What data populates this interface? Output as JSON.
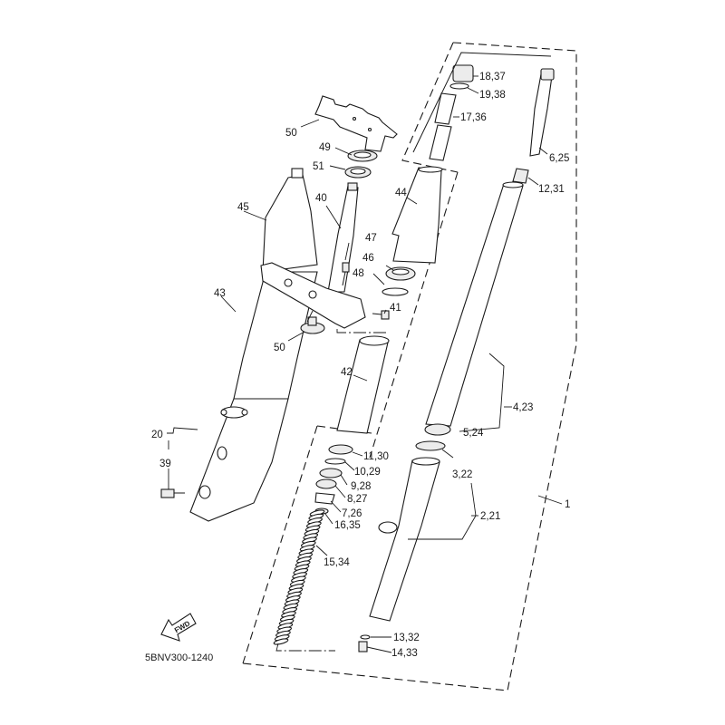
{
  "diagram": {
    "title_code": "5BNV300-1240",
    "direction_badge": "FWD",
    "callouts": [
      {
        "id": "c1",
        "label": "1"
      },
      {
        "id": "c2",
        "label": "2,21"
      },
      {
        "id": "c3",
        "label": "3,22"
      },
      {
        "id": "c4",
        "label": "4,23"
      },
      {
        "id": "c5",
        "label": "5,24"
      },
      {
        "id": "c6",
        "label": "6,25"
      },
      {
        "id": "c7",
        "label": "7,26"
      },
      {
        "id": "c8",
        "label": "8,27"
      },
      {
        "id": "c9",
        "label": "9,28"
      },
      {
        "id": "c10",
        "label": "10,29"
      },
      {
        "id": "c11",
        "label": "11,30"
      },
      {
        "id": "c12",
        "label": "12,31"
      },
      {
        "id": "c13",
        "label": "13,32"
      },
      {
        "id": "c14",
        "label": "14,33"
      },
      {
        "id": "c15",
        "label": "15,34"
      },
      {
        "id": "c16",
        "label": "16,35"
      },
      {
        "id": "c17",
        "label": "17,36"
      },
      {
        "id": "c18",
        "label": "18,37"
      },
      {
        "id": "c19",
        "label": "19,38"
      },
      {
        "id": "c20",
        "label": "20"
      },
      {
        "id": "c39",
        "label": "39"
      },
      {
        "id": "c40",
        "label": "40"
      },
      {
        "id": "c41",
        "label": "41"
      },
      {
        "id": "c42",
        "label": "42"
      },
      {
        "id": "c43",
        "label": "43"
      },
      {
        "id": "c44",
        "label": "44"
      },
      {
        "id": "c45",
        "label": "45"
      },
      {
        "id": "c46",
        "label": "46"
      },
      {
        "id": "c47",
        "label": "47"
      },
      {
        "id": "c48",
        "label": "48"
      },
      {
        "id": "c49",
        "label": "49"
      },
      {
        "id": "c50a",
        "label": "50"
      },
      {
        "id": "c50b",
        "label": "50"
      },
      {
        "id": "c51",
        "label": "51"
      }
    ]
  }
}
